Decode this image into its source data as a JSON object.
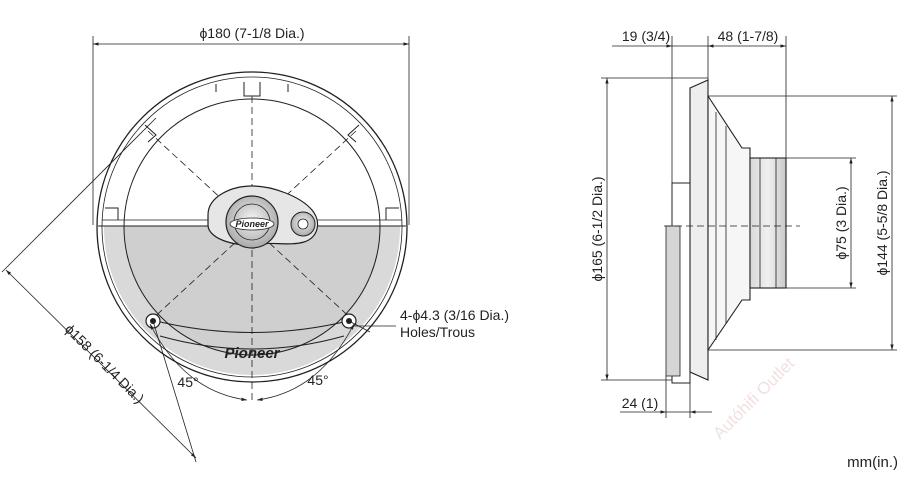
{
  "front_view": {
    "outer_diameter": "ϕ180 (7-1/8 Dia.)",
    "mount_diameter": "ϕ158 (6-1/4 Dia.)",
    "holes_line1": "4-ϕ4.3 (3/16 Dia.)",
    "holes_line2": "Holes/Trous",
    "angle_left": "45°",
    "angle_right": "45°",
    "brand": "Pioneer"
  },
  "side_view": {
    "flange_depth": "19 (3/4)",
    "mount_depth": "48 (1-7/8)",
    "bottom_depth": "24 (1)",
    "cutout_diameter": "ϕ165 (6-1/2 Dia.)",
    "magnet_diameter": "ϕ75 (3 Dia.)",
    "basket_diameter": "ϕ144 (5-5/8 Dia.)"
  },
  "unit_label": "mm(in.)",
  "watermark": "Autóhifi Outlet"
}
